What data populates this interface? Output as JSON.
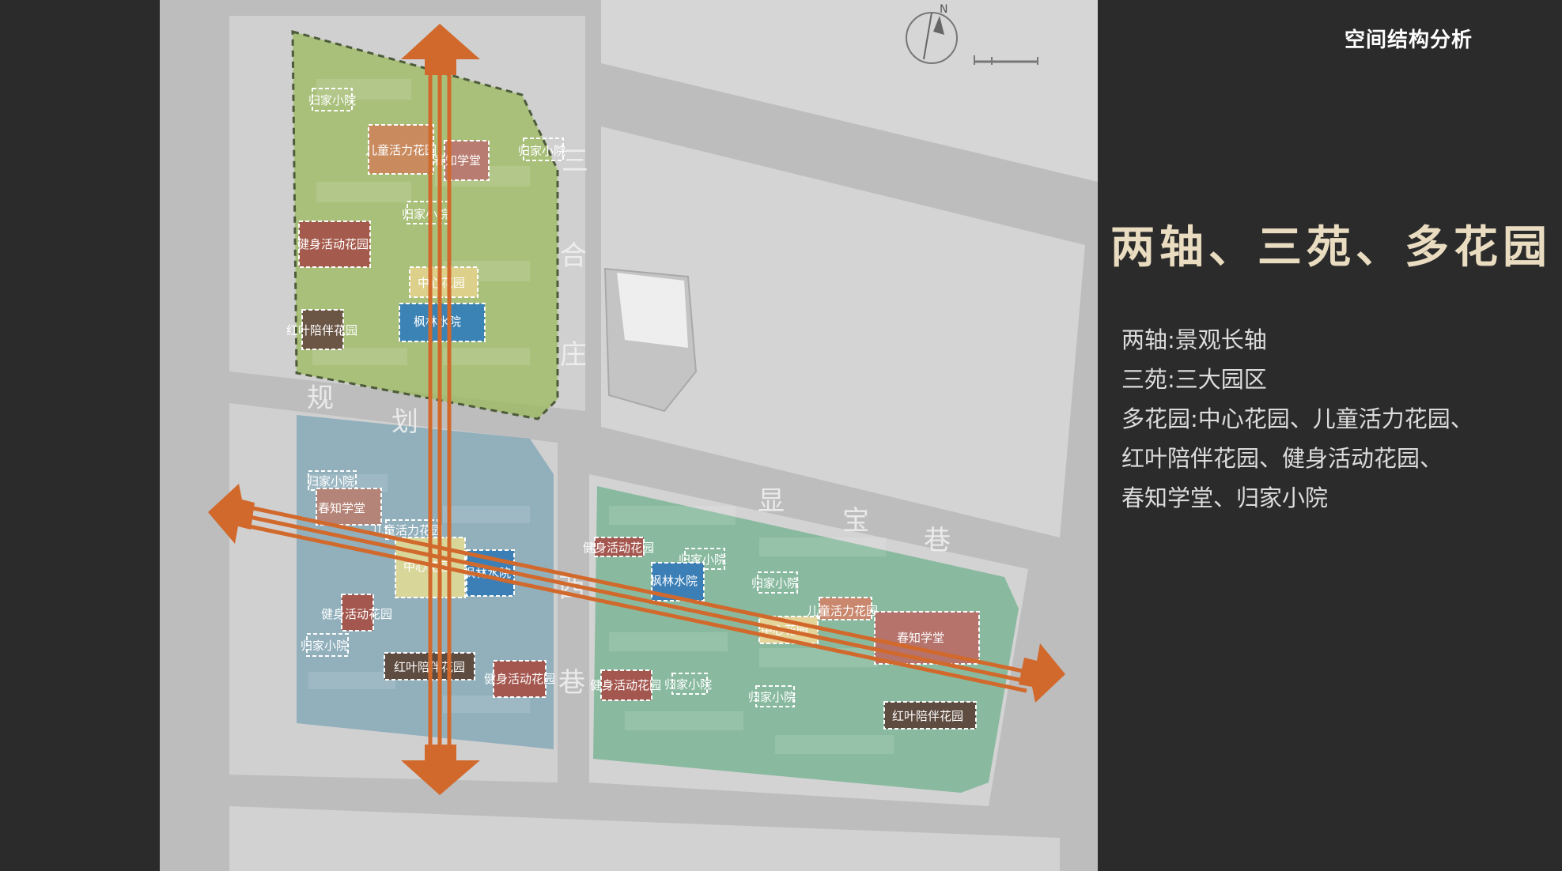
{
  "page_title": "空间结构分析",
  "headline": "两轴、三苑、多花园",
  "description": {
    "lines": [
      "两轴:景观长轴",
      "三苑:三大园区",
      "多花园:中心花园、儿童活力花园、",
      "红叶陪伴花园、健身活动花园、",
      "春知学堂、归家小院"
    ]
  },
  "map": {
    "road_names": {
      "sanhezhuang": [
        "三",
        "合",
        "庄"
      ],
      "guihua": [
        "规",
        "划"
      ],
      "xianbao": [
        "显",
        "宝",
        "巷"
      ],
      "lane": [
        "西",
        "巷"
      ]
    },
    "compass_label": "N",
    "zone_colors": {
      "north": "#9cbb5e",
      "southwest": "#7fa7b6",
      "southeast": "#6cb08a",
      "axis": "#d2692c"
    },
    "labels": {
      "n_home1": "归家小院",
      "n_kids": "儿童活力花园",
      "n_school": "春知学堂",
      "n_home2": "归家小院",
      "n_home3": "归家小院",
      "n_fitness": "健身活动花园",
      "n_central": "中心花园",
      "n_water": "枫林水院",
      "n_red": "红叶陪伴花园",
      "sw_home1": "归家小院",
      "sw_school": "春知学堂",
      "sw_kids": "儿童活力花园",
      "sw_central": "中心花园",
      "sw_water": "枫林水院",
      "sw_fitness1": "健身活动花园",
      "sw_home2": "归家小院",
      "sw_red": "红叶陪伴花园",
      "sw_fitness2": "健身活动花园",
      "se_fitness1": "健身活动花园",
      "se_home1": "归家小院",
      "se_water": "枫林水院",
      "se_home2": "归家小院",
      "se_kids": "儿童活力花园",
      "se_central": "中心花园",
      "se_school": "春知学堂",
      "se_fitness2": "健身活动花园",
      "se_home3": "归家小院",
      "se_home4": "归家小院",
      "se_red": "红叶陪伴花园"
    }
  }
}
